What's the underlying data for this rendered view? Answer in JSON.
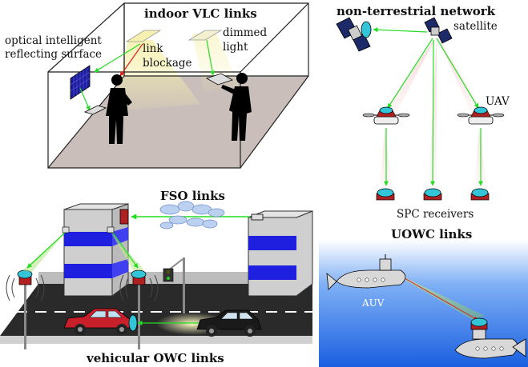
{
  "panels": {
    "vlc": {
      "title": "indoor VLC links",
      "oirs_label_1": "optical intelligent",
      "oirs_label_2": "reflecting surface",
      "blockage_1": "link",
      "blockage_2": "blockage",
      "dimmed_1": "dimmed",
      "dimmed_2": "light"
    },
    "ntn": {
      "title": "non-terrestrial network",
      "satellite": "satellite",
      "uav": "UAV",
      "spc": "SPC receivers"
    },
    "fso": {
      "title": "FSO links"
    },
    "vehicular": {
      "title": "vehicular OWC links"
    },
    "uowc": {
      "title": "UOWC links",
      "auv": "AUV"
    }
  },
  "colors": {
    "link_green": "#22dd22",
    "blockage_red": "#e02020",
    "receiver_cyan": "#33c4d8",
    "building_blue": "#1f1fe0",
    "sea_top": "#ffffff",
    "sea_bottom": "#1a66e6",
    "floor": "#c9beb9",
    "car_red": "#c8202a"
  }
}
